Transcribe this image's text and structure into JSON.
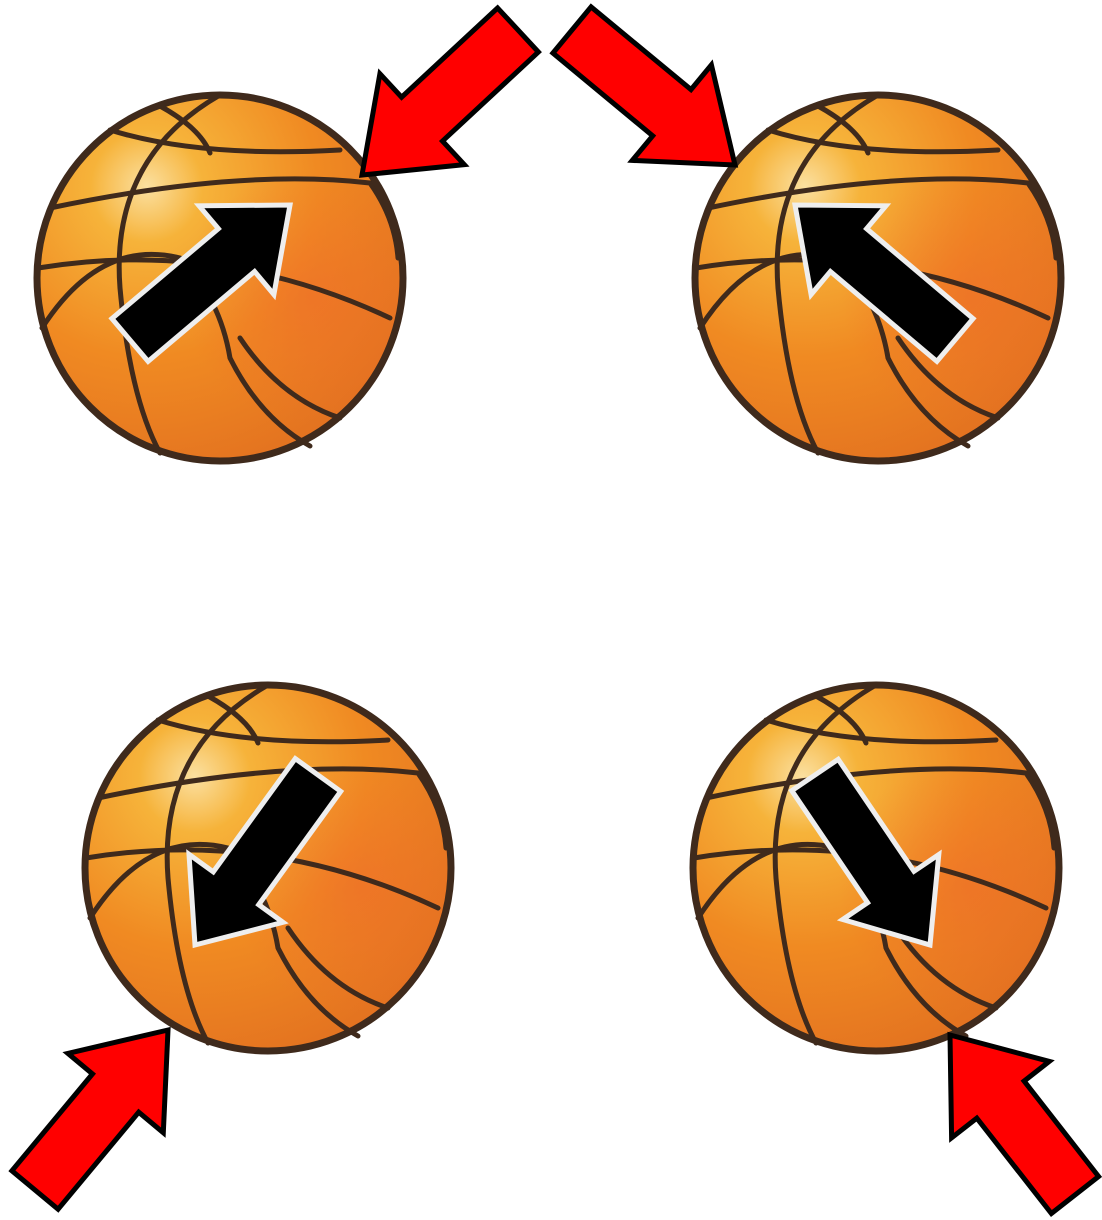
{
  "diagram": {
    "panels": [
      {
        "name": "top-left",
        "force_arrow": "red-arrow-icon",
        "motion_arrow": "black-arrow-icon",
        "motion_direction": "up-right"
      },
      {
        "name": "top-right",
        "force_arrow": "red-arrow-icon",
        "motion_arrow": "black-arrow-icon",
        "motion_direction": "up-left"
      },
      {
        "name": "bottom-left",
        "force_arrow": "red-arrow-icon",
        "motion_arrow": "black-arrow-icon",
        "motion_direction": "down-left"
      },
      {
        "name": "bottom-right",
        "force_arrow": "red-arrow-icon",
        "motion_arrow": "black-arrow-icon",
        "motion_direction": "down-right"
      }
    ],
    "colors": {
      "force_arrow": "#ff0000",
      "motion_arrow": "#000000",
      "motion_arrow_outline": "#eeeeee",
      "ball_light": "#f8c23a",
      "ball_mid": "#f39a1e",
      "ball_dark": "#e5681e",
      "ball_seam": "#3f2a1c"
    }
  }
}
